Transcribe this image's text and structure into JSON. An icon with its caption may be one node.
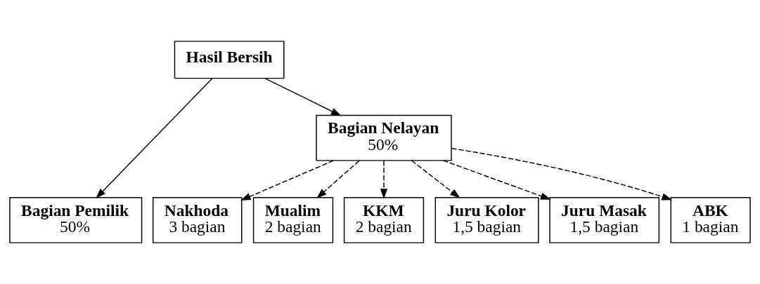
{
  "diagram": {
    "nodes": [
      {
        "text": [
          "Hasil Bersih"
        ]
      },
      {
        "text": [
          "Bagian Pemilik",
          "50%"
        ]
      },
      {
        "text": [
          "Bagian Nelayan",
          "50%"
        ]
      },
      {
        "text": [
          "Nakhoda",
          "3 bagian"
        ]
      },
      {
        "text": [
          "Mualim",
          "2 bagian"
        ]
      },
      {
        "text": [
          "KKM",
          "2 bagian"
        ]
      },
      {
        "text": [
          "Juru Kolor",
          "1,5 bagian"
        ]
      },
      {
        "text": [
          "Juru Masak",
          "1,5 bagian"
        ]
      },
      {
        "text": [
          "ABK",
          "1 bagian"
        ]
      }
    ],
    "edges": [
      {
        "from": 0,
        "to": 1,
        "arrow": "to"
      },
      {
        "from": 0,
        "to": 2,
        "arrow": "to"
      },
      {
        "from": 2,
        "to": 3,
        "arrow": "to",
        "style": "dashed"
      },
      {
        "from": 2,
        "to": 4,
        "arrow": "to",
        "style": "dashed"
      },
      {
        "from": 2,
        "to": 5,
        "arrow": "to",
        "style": "dashed"
      },
      {
        "from": 2,
        "to": 6,
        "arrow": "to",
        "style": "dashed"
      },
      {
        "from": 2,
        "to": 7,
        "arrow": "to",
        "style": "dashed"
      },
      {
        "from": 2,
        "to": 8,
        "arrow": "to",
        "style": "dashed"
      }
    ]
  }
}
